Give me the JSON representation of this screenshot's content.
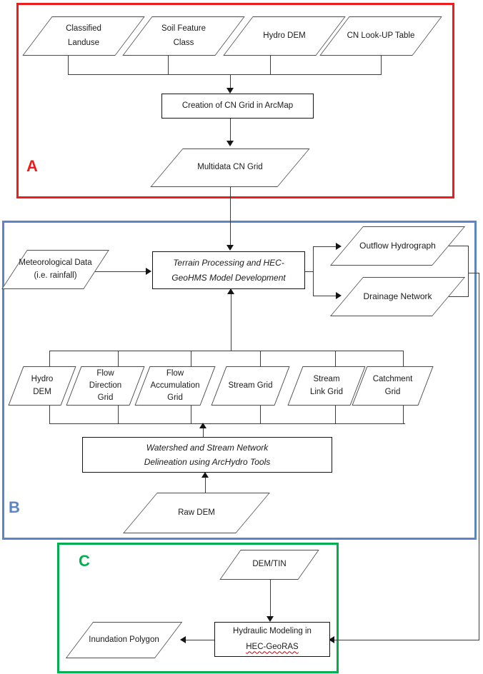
{
  "section_a": {
    "label": "A",
    "border_color": "#ee1c1c",
    "nodes": {
      "classified_landuse": "Classified\nLanduse",
      "soil_feature_class": "Soil Feature\nClass",
      "hydro_dem": "Hydro DEM",
      "cn_lookup_table": "CN Look-UP Table",
      "creation_cn_grid": "Creation of CN Grid in ArcMap",
      "multidata_cn_grid": "Multidata CN Grid"
    }
  },
  "section_b": {
    "label": "B",
    "border_color": "#5b85c6",
    "nodes": {
      "meteorological_data": "Meteorological Data\n(i.e. rainfall)",
      "terrain_processing": "Terrain Processing and HEC-\nGeoHMS Model Development",
      "outflow_hydrograph": "Outflow Hydrograph",
      "drainage_network": "Drainage Network",
      "hydro_dem": "Hydro\nDEM",
      "flow_direction_grid": "Flow\nDirection\nGrid",
      "flow_accumulation_grid": "Flow\nAccumulation\nGrid",
      "stream_grid": "Stream Grid",
      "stream_link_grid": "Stream\nLink Grid",
      "catchment_grid": "Catchment\nGrid",
      "watershed_delineation": "Watershed and Stream Network\nDelineation using ArcHydro Tools",
      "raw_dem": "Raw DEM"
    }
  },
  "section_c": {
    "label": "C",
    "border_color": "#00b050",
    "nodes": {
      "dem_tin": "DEM/TIN",
      "hydraulic_modeling_line1": "Hydraulic Modeling in",
      "hydraulic_modeling_line2": "HEC-GeoRAS",
      "inundation_polygon": "Inundation Polygon"
    }
  }
}
